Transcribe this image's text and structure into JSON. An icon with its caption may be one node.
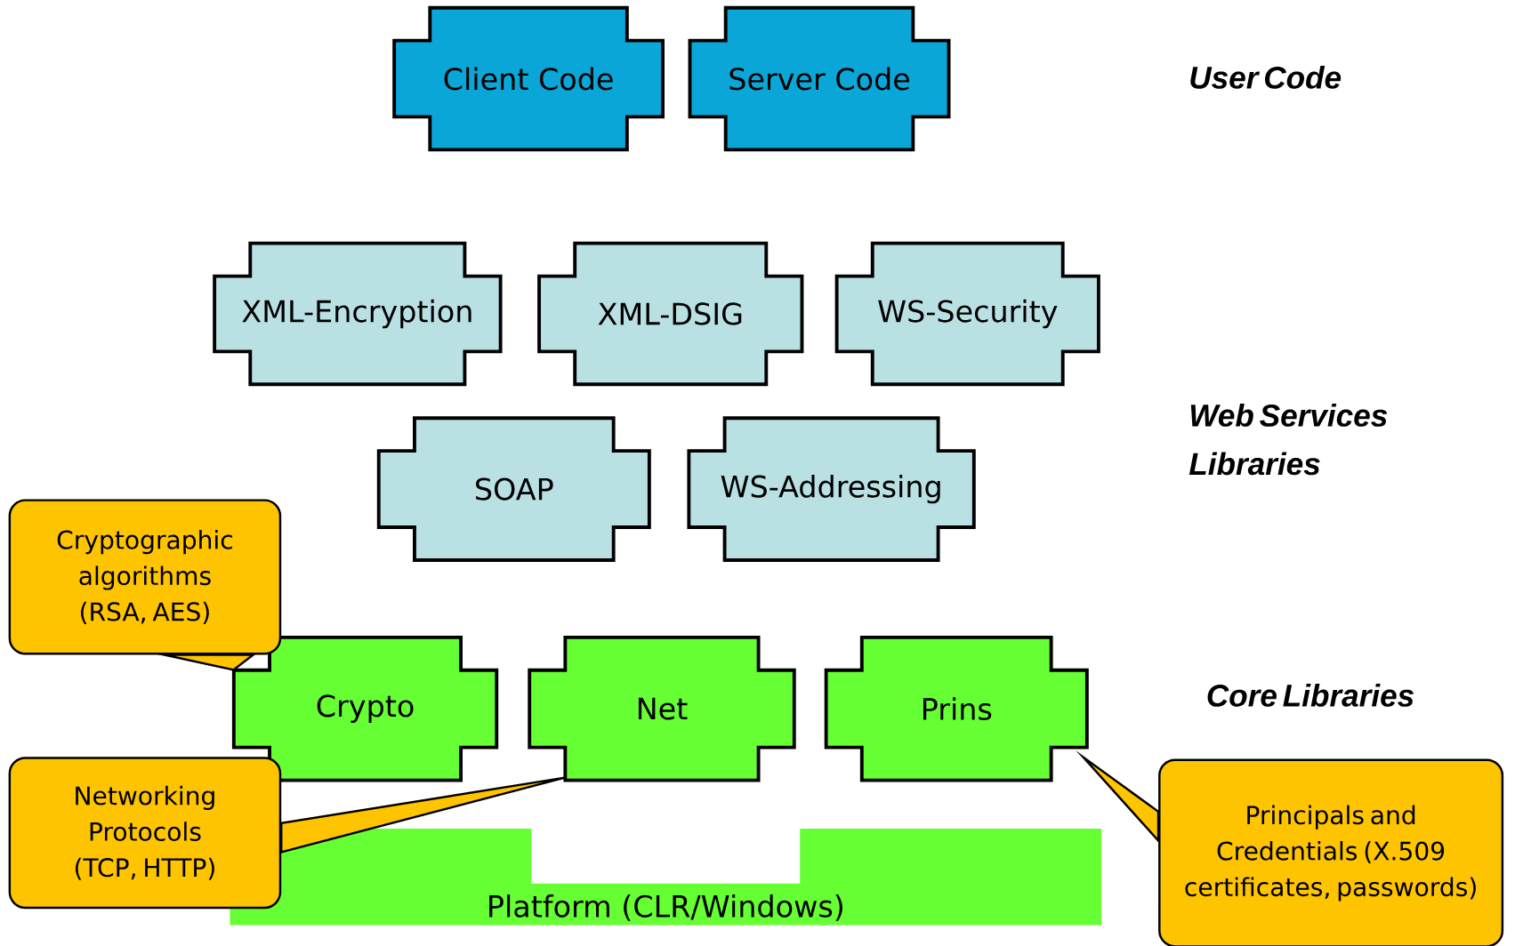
{
  "diagram": {
    "nodes": [
      {
        "text": [
          "Client Code"
        ]
      },
      {
        "text": [
          "Server Code"
        ]
      },
      {
        "text": [
          "XML-Encryption"
        ]
      },
      {
        "text": [
          "XML-DSIG"
        ]
      },
      {
        "text": [
          "WS-Security"
        ]
      },
      {
        "text": [
          "SOAP"
        ]
      },
      {
        "text": [
          "WS-Addressing"
        ]
      },
      {
        "text": [
          "Crypto"
        ]
      },
      {
        "text": [
          "Net"
        ]
      },
      {
        "text": [
          "Prins"
        ]
      },
      {
        "text": [
          "Platform (CLR/Windows)"
        ]
      },
      {
        "text": [
          "Cryptographic algorithms (RSA, AES)"
        ]
      },
      {
        "text": [
          "Networking Protocols (TCP, HTTP)"
        ]
      },
      {
        "text": [
          "Principals and Credentials (X.509 certificates, passwords)"
        ]
      }
    ],
    "edges": [
      {
        "from": 11,
        "to": 7,
        "arrow": "none"
      },
      {
        "from": 12,
        "to": 8,
        "arrow": "none"
      },
      {
        "from": 13,
        "to": 9,
        "arrow": "none"
      }
    ],
    "labels": [
      "User Code",
      "Web Services Libraries",
      "Core Libraries"
    ]
  }
}
